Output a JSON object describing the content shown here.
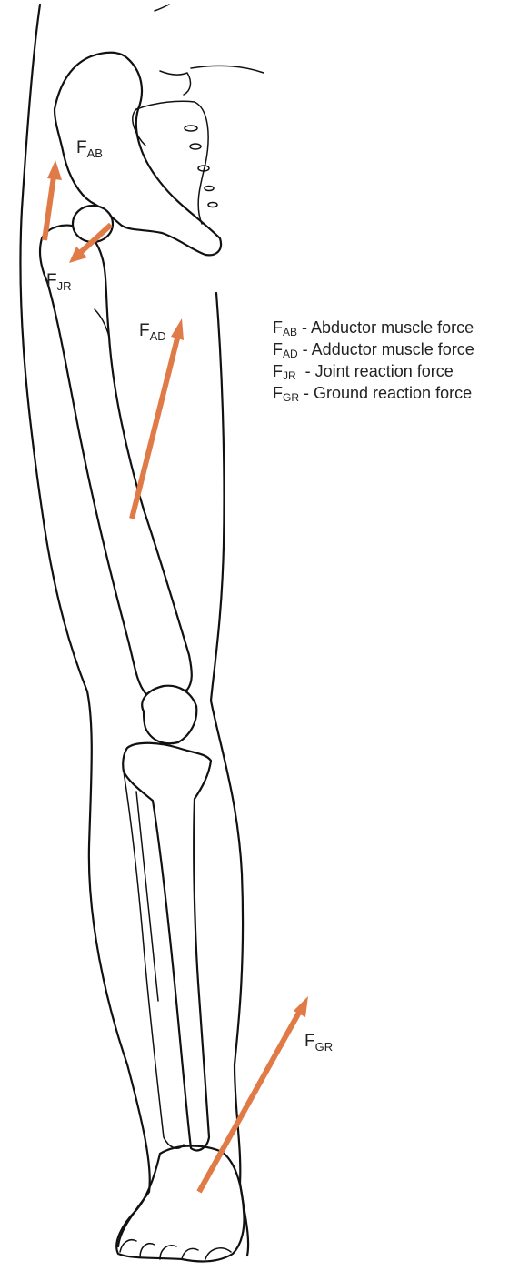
{
  "colors": {
    "force_arrow": "#e07b47",
    "outline": "#111111",
    "text": "#222222"
  },
  "force_labels": [
    {
      "id": "fab",
      "main": "F",
      "sub": "AB"
    },
    {
      "id": "fjr",
      "main": "F",
      "sub": "JR"
    },
    {
      "id": "fad",
      "main": "F",
      "sub": "AD"
    },
    {
      "id": "fgr",
      "main": "F",
      "sub": "GR"
    }
  ],
  "legend": [
    {
      "main": "F",
      "sub": "AB",
      "text": " - Abductor muscle force"
    },
    {
      "main": "F",
      "sub": "AD",
      "text": " - Adductor muscle force"
    },
    {
      "main": "F",
      "sub": "JR",
      "text": "  - Joint reaction force"
    },
    {
      "main": "F",
      "sub": "GR",
      "text": " - Ground reaction force"
    }
  ]
}
